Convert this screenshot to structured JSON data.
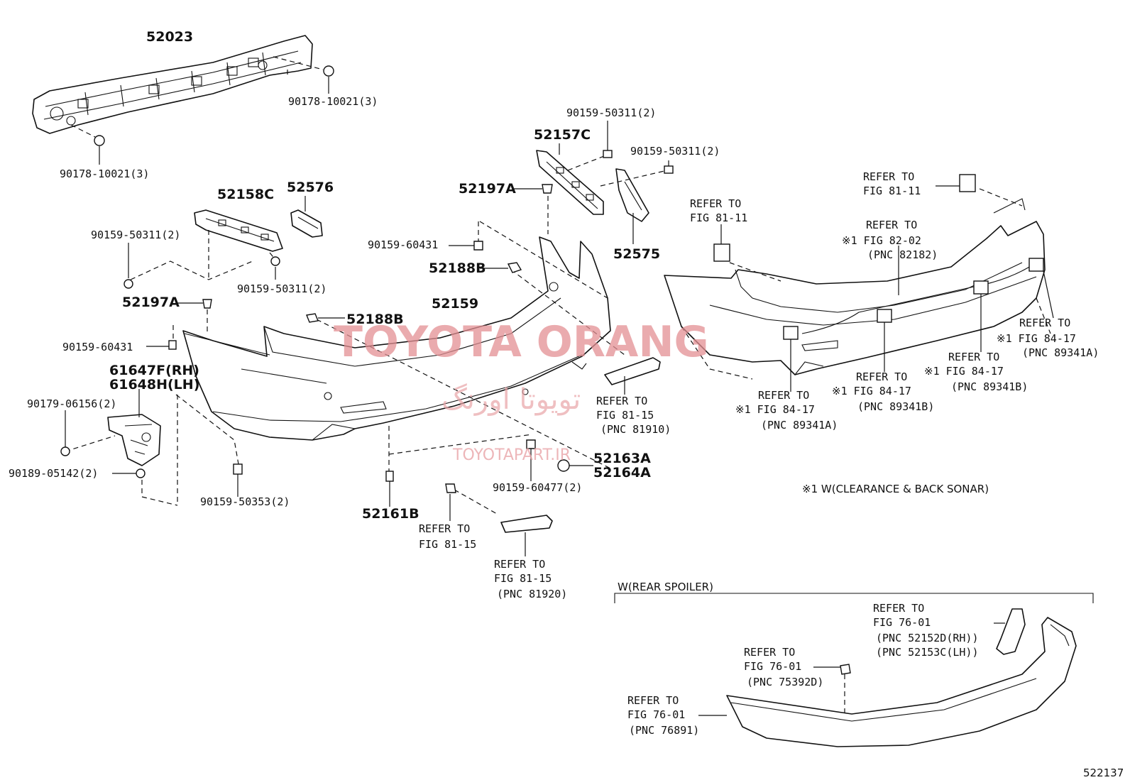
{
  "labels": {
    "p52023": "52023",
    "p90178_a": "90178-10021(3)",
    "p90178_b": "90178-10021(3)",
    "p52158C": "52158C",
    "p52576": "52576",
    "p90159_50311_a": "90159-50311(2)",
    "p90159_50311_b": "90159-50311(2)",
    "p90159_50311_c": "90159-50311(2)",
    "p90159_50311_d": "90159-50311(2)",
    "p52197A_a": "52197A",
    "p52197A_b": "52197A",
    "p90159_60431_a": "90159-60431",
    "p90159_60431_b": "90159-60431",
    "p61647F": "61647F(RH)",
    "p61648H": "61648H(LH)",
    "p90179": "90179-06156(2)",
    "p90189": "90189-05142(2)",
    "p90159_50353": "90159-50353(2)",
    "p52157C": "52157C",
    "p52575": "52575",
    "p52188B_a": "52188B",
    "p52188B_b": "52188B",
    "p52159": "52159",
    "p52163A": "52163A",
    "p52164A": "52164A",
    "p90159_60477": "90159-60477(2)",
    "p52161B": "52161B"
  },
  "refs": {
    "r_81910": [
      "REFER TO",
      "FIG 81-15",
      "(PNC 81910)"
    ],
    "r_81_15_clip": [
      "REFER TO",
      "FIG 81-15"
    ],
    "r_81920": [
      "REFER TO",
      "FIG 81-15",
      "(PNC 81920)"
    ],
    "r_81_11_a": [
      "REFER TO",
      "FIG 81-11"
    ],
    "r_81_11_b": [
      "REFER TO",
      "FIG 81-11"
    ],
    "r_82182": [
      "REFER TO",
      "※1 FIG 82-02",
      "(PNC 82182)"
    ],
    "r_89341A_a": [
      "REFER TO",
      "※1 FIG 84-17",
      "(PNC 89341A)"
    ],
    "r_89341A_b": [
      "REFER TO",
      "※1 FIG 84-17",
      "(PNC 89341A)"
    ],
    "r_89341B_a": [
      "REFER TO",
      "※1 FIG 84-17",
      "(PNC 89341B)"
    ],
    "r_89341B_b": [
      "REFER TO",
      "※1 FIG 84-17",
      "(PNC 89341B)"
    ],
    "r_52152D": [
      "REFER TO",
      "FIG 76-01",
      "(PNC 52152D(RH))",
      "(PNC 52153C(LH))"
    ],
    "r_75392D": [
      "REFER TO",
      "FIG 76-01",
      "(PNC 75392D)"
    ],
    "r_76891": [
      "REFER TO",
      "FIG 76-01",
      "(PNC 76891)"
    ]
  },
  "notes": {
    "sonar": "※1 W(CLEARANCE & BACK SONAR)",
    "spoiler": "W(REAR SPOILER)",
    "figure_number": "522137"
  },
  "watermark": {
    "main": "TOYOTA ORANG",
    "persian": "تويوتا اورنگ",
    "url": "TOYOTAPART.IR"
  }
}
